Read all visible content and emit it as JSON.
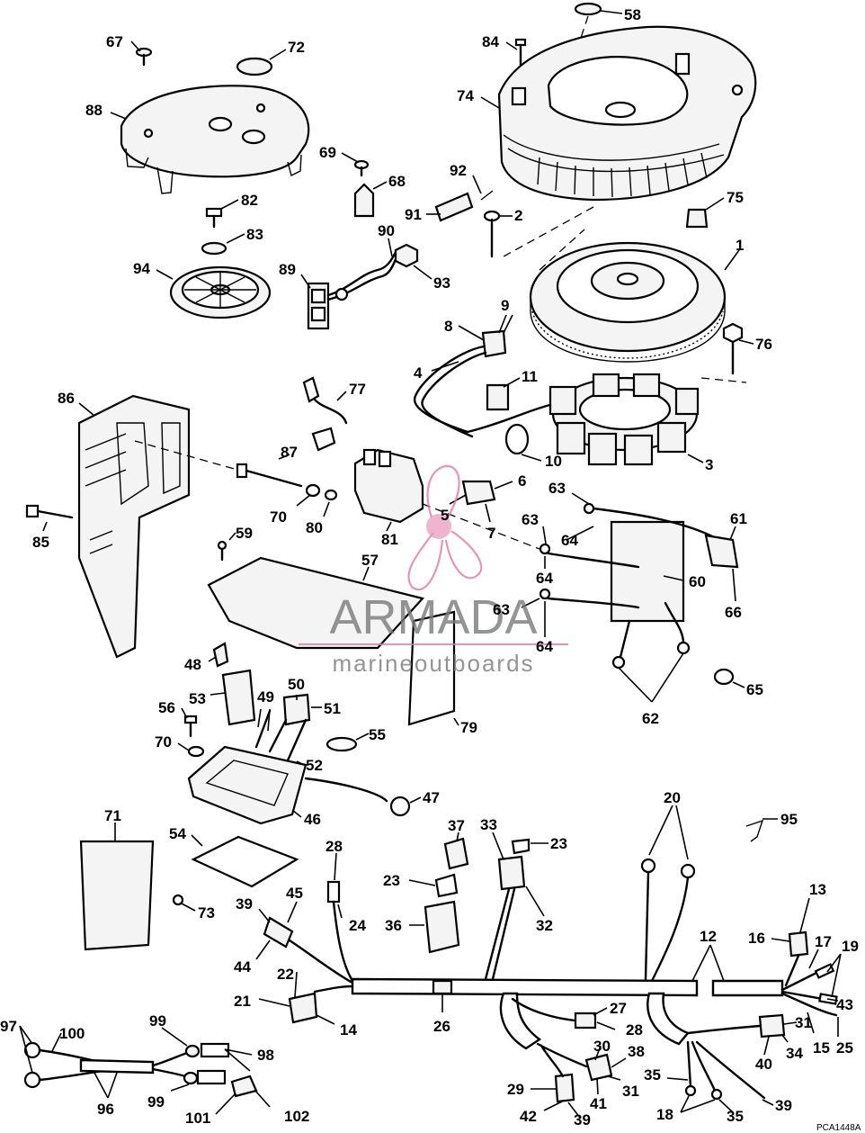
{
  "diagram": {
    "figure_code": "PCA1448A",
    "watermark": {
      "title": "ARMADA",
      "subtitle": "marineoutboards",
      "brand_color": "#e07aa7"
    },
    "callouts": [
      {
        "id": "c58",
        "label": "58"
      },
      {
        "id": "c84",
        "label": "84"
      },
      {
        "id": "c67",
        "label": "67"
      },
      {
        "id": "c72",
        "label": "72"
      },
      {
        "id": "c88",
        "label": "88"
      },
      {
        "id": "c74",
        "label": "74"
      },
      {
        "id": "c69",
        "label": "69"
      },
      {
        "id": "c68",
        "label": "68"
      },
      {
        "id": "c92",
        "label": "92"
      },
      {
        "id": "c91",
        "label": "91"
      },
      {
        "id": "c2",
        "label": "2"
      },
      {
        "id": "c75",
        "label": "75"
      },
      {
        "id": "c82",
        "label": "82"
      },
      {
        "id": "c83",
        "label": "83"
      },
      {
        "id": "c90",
        "label": "90"
      },
      {
        "id": "c1",
        "label": "1"
      },
      {
        "id": "c94",
        "label": "94"
      },
      {
        "id": "c89",
        "label": "89"
      },
      {
        "id": "c93",
        "label": "93"
      },
      {
        "id": "c9",
        "label": "9"
      },
      {
        "id": "c8",
        "label": "8"
      },
      {
        "id": "c76",
        "label": "76"
      },
      {
        "id": "c4",
        "label": "4"
      },
      {
        "id": "c11",
        "label": "11"
      },
      {
        "id": "c86",
        "label": "86"
      },
      {
        "id": "c77",
        "label": "77"
      },
      {
        "id": "c3",
        "label": "3"
      },
      {
        "id": "c10",
        "label": "10"
      },
      {
        "id": "c87",
        "label": "87"
      },
      {
        "id": "c6",
        "label": "6"
      },
      {
        "id": "c63a",
        "label": "63"
      },
      {
        "id": "c70a",
        "label": "70"
      },
      {
        "id": "c80",
        "label": "80"
      },
      {
        "id": "c5",
        "label": "5"
      },
      {
        "id": "c81",
        "label": "81"
      },
      {
        "id": "c7",
        "label": "7"
      },
      {
        "id": "c63b",
        "label": "63"
      },
      {
        "id": "c64a",
        "label": "64"
      },
      {
        "id": "c61",
        "label": "61"
      },
      {
        "id": "c85",
        "label": "85"
      },
      {
        "id": "c59",
        "label": "59"
      },
      {
        "id": "c64b",
        "label": "64"
      },
      {
        "id": "c60",
        "label": "60"
      },
      {
        "id": "c57",
        "label": "57"
      },
      {
        "id": "c63c",
        "label": "63"
      },
      {
        "id": "c66",
        "label": "66"
      },
      {
        "id": "c64c",
        "label": "64"
      },
      {
        "id": "c48",
        "label": "48"
      },
      {
        "id": "c65",
        "label": "65"
      },
      {
        "id": "c53",
        "label": "53"
      },
      {
        "id": "c49",
        "label": "49"
      },
      {
        "id": "c50",
        "label": "50"
      },
      {
        "id": "c51",
        "label": "51"
      },
      {
        "id": "c62",
        "label": "62"
      },
      {
        "id": "c56",
        "label": "56"
      },
      {
        "id": "c79",
        "label": "79"
      },
      {
        "id": "c55",
        "label": "55"
      },
      {
        "id": "c70b",
        "label": "70"
      },
      {
        "id": "c52",
        "label": "52"
      },
      {
        "id": "c47",
        "label": "47"
      },
      {
        "id": "c46",
        "label": "46"
      },
      {
        "id": "c20",
        "label": "20"
      },
      {
        "id": "c71",
        "label": "71"
      },
      {
        "id": "c95",
        "label": "95"
      },
      {
        "id": "c54",
        "label": "54"
      },
      {
        "id": "c37",
        "label": "37"
      },
      {
        "id": "c33",
        "label": "33"
      },
      {
        "id": "c23a",
        "label": "23"
      },
      {
        "id": "c28a",
        "label": "28"
      },
      {
        "id": "c23b",
        "label": "23"
      },
      {
        "id": "c73",
        "label": "73"
      },
      {
        "id": "c45",
        "label": "45"
      },
      {
        "id": "c39a",
        "label": "39"
      },
      {
        "id": "c24",
        "label": "24"
      },
      {
        "id": "c36",
        "label": "36"
      },
      {
        "id": "c32",
        "label": "32"
      },
      {
        "id": "c13",
        "label": "13"
      },
      {
        "id": "c16",
        "label": "16"
      },
      {
        "id": "c17",
        "label": "17"
      },
      {
        "id": "c19",
        "label": "19"
      },
      {
        "id": "c44",
        "label": "44"
      },
      {
        "id": "c12",
        "label": "12"
      },
      {
        "id": "c22",
        "label": "22"
      },
      {
        "id": "c43",
        "label": "43"
      },
      {
        "id": "c21",
        "label": "21"
      },
      {
        "id": "c14",
        "label": "14"
      },
      {
        "id": "c26",
        "label": "26"
      },
      {
        "id": "c27",
        "label": "27"
      },
      {
        "id": "c97",
        "label": "97"
      },
      {
        "id": "c100",
        "label": "100"
      },
      {
        "id": "c99a",
        "label": "99"
      },
      {
        "id": "c28b",
        "label": "28"
      },
      {
        "id": "c31a",
        "label": "31"
      },
      {
        "id": "c98",
        "label": "98"
      },
      {
        "id": "c30",
        "label": "30"
      },
      {
        "id": "c38",
        "label": "38"
      },
      {
        "id": "c15",
        "label": "15"
      },
      {
        "id": "c25",
        "label": "25"
      },
      {
        "id": "c40",
        "label": "40"
      },
      {
        "id": "c34",
        "label": "34"
      },
      {
        "id": "c96",
        "label": "96"
      },
      {
        "id": "c99b",
        "label": "99"
      },
      {
        "id": "c35a",
        "label": "35"
      },
      {
        "id": "c29",
        "label": "29"
      },
      {
        "id": "c31b",
        "label": "31"
      },
      {
        "id": "c41",
        "label": "41"
      },
      {
        "id": "c39b",
        "label": "39"
      },
      {
        "id": "c101",
        "label": "101"
      },
      {
        "id": "c102",
        "label": "102"
      },
      {
        "id": "c42",
        "label": "42"
      },
      {
        "id": "c39c",
        "label": "39"
      },
      {
        "id": "c18",
        "label": "18"
      },
      {
        "id": "c35b",
        "label": "35"
      }
    ]
  }
}
